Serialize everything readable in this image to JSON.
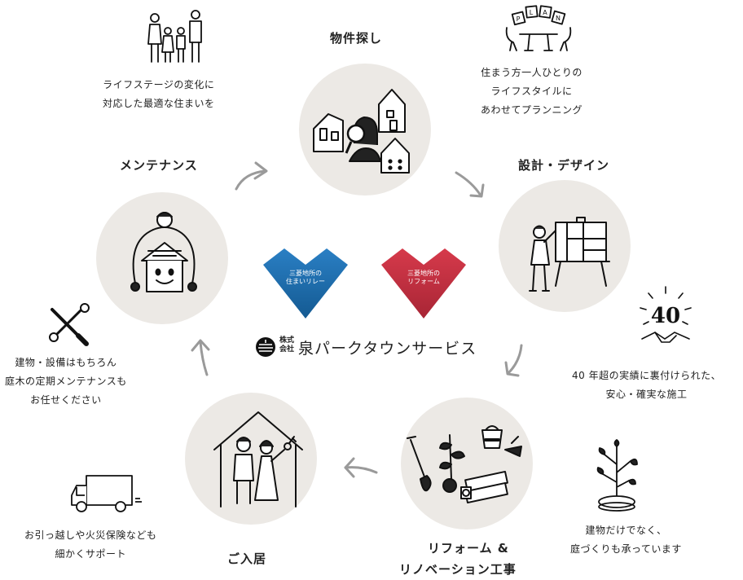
{
  "stages": {
    "search": {
      "title": "物件探し"
    },
    "design": {
      "title": "設計・デザイン"
    },
    "reform": {
      "title_line1": "リフォーム &",
      "title_line2": "リノベーション工事"
    },
    "movein": {
      "title": "ご入居"
    },
    "maintenance": {
      "title": "メンテナンス"
    }
  },
  "notes": {
    "family": {
      "line1": "ライフステージの変化に",
      "line2": "対応した最適な住まいを"
    },
    "plan": {
      "line1": "住まう方一人ひとりの",
      "line2": "ライフスタイルに",
      "line3": "あわせてプランニング",
      "sign_letters": [
        "P",
        "L",
        "A",
        "N"
      ]
    },
    "forty": {
      "line1": "40 年超の実績に裏付けられた、",
      "line2": "安心・確実な施工",
      "badge": "40"
    },
    "garden": {
      "line1": "建物だけでなく、",
      "line2": "庭づくりも承っています"
    },
    "moving": {
      "line1": "お引っ越しや火災保険なども",
      "line2": "細かくサポート"
    },
    "tools": {
      "line1": "建物・設備はもちろん",
      "line2": "庭木の定期メンテナンスも",
      "line3": "お任せください"
    }
  },
  "center": {
    "logo_left": {
      "line1": "三菱地所の",
      "line2": "住まいリレー"
    },
    "logo_right": {
      "line1": "三菱地所の",
      "line2": "リフォーム"
    },
    "company_prefix_top": "株式",
    "company_prefix_bottom": "会社",
    "company_name": "泉パークタウンサービス"
  },
  "colors": {
    "circle": "#ece9e5",
    "logo_blue": "#1c6fb0",
    "logo_red": "#c83243",
    "arrow": "#9a9a9a"
  }
}
